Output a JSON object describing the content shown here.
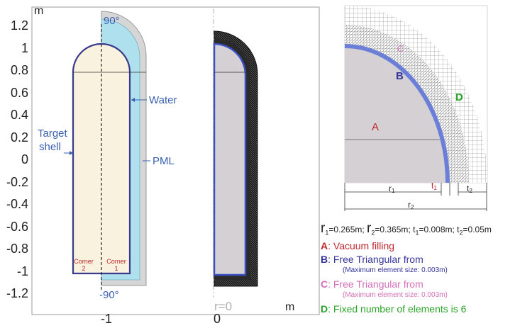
{
  "left_panel": {
    "y_axis_unit": "m",
    "x_axis_unit": "m",
    "y_ticks": [
      "1.2",
      "1",
      "0.8",
      "0.6",
      "0.4",
      "0.2",
      "0",
      "-0.2",
      "-0.4",
      "-0.6",
      "-0.8",
      "-1",
      "-1.2"
    ],
    "x_ticks": [
      "-1",
      "0"
    ],
    "angle_top": "90°",
    "angle_bottom": "-90°",
    "water_label": "Water",
    "target_label_line1": "Target",
    "target_label_line2": "shell",
    "pml_label": "PML",
    "corner2_line1": "Corner",
    "corner2_line2": "2",
    "corner1_line1": "Corner",
    "corner1_line2": "1",
    "axis_label": "r=0"
  },
  "right_panel": {
    "region_a": "A",
    "region_b": "B",
    "region_c": "C",
    "region_d": "D",
    "dim_r1": "r",
    "dim_r1_sub": "1",
    "dim_r2": "r",
    "dim_r2_sub": "2",
    "dim_t1": "t",
    "dim_t1_sub": "1",
    "dim_t2": "t",
    "dim_t2_sub": "2"
  },
  "params": {
    "r1_sym": "r",
    "r1_sub": "1",
    "r1_val": "=0.265m; ",
    "r2_sym": "r",
    "r2_sub": "2",
    "r2_val": "=0.365m; ",
    "t1_sym": "t",
    "t1_sub": "1",
    "t1_val": "=0.008m; ",
    "t2_sym": "t",
    "t2_sub": "2",
    "t2_val": "=0.05m"
  },
  "legend": [
    {
      "letter": "A",
      "text": ": Vacuum filling",
      "sub": ""
    },
    {
      "letter": "B",
      "text": ": Free Triangular from",
      "sub": "(Maximum element size: 0.003m)"
    },
    {
      "letter": "C",
      "text": ": Free Triangular from",
      "sub": "(Maximum element size: 0.003m)"
    },
    {
      "letter": "D",
      "text": ": Fixed number of elements is 6",
      "sub": ""
    }
  ],
  "colors": {
    "shell_blue": "#3a3a8c",
    "label_blue": "#3a5fb0",
    "water": "#aee0ee",
    "pml": "#d6d6d6",
    "target_fill": "#f8f2df",
    "vacuum_gray": "#d4d0d4",
    "red": "#c0272d",
    "pink": "#d36fb8",
    "green": "#2aa52a",
    "legend_blue": "#35359a"
  }
}
